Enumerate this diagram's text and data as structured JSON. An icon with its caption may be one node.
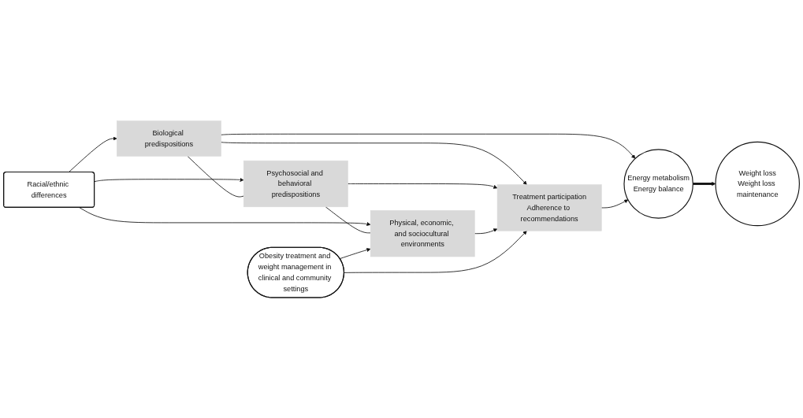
{
  "diagram": {
    "nodes": [
      {
        "text": [
          "Racial/ethnic differences"
        ]
      },
      {
        "text": [
          "Biological predispositions"
        ]
      },
      {
        "text": [
          "Psychosocial and behavioral predispositions"
        ]
      },
      {
        "text": [
          "Physical, economic, and sociocultural environments"
        ]
      },
      {
        "text": [
          "Energy metabolism",
          "Energy balance"
        ]
      },
      {
        "text": [
          "Weight loss",
          "Weight loss maintenance"
        ]
      },
      {
        "text": [
          "Treatment participation",
          "Adherence to recommendations"
        ]
      },
      {
        "text": [
          "Obesity treatment and weight management in clinical and community settings"
        ]
      }
    ],
    "edges": [
      {
        "from": 0,
        "to": 1,
        "arrow": "to"
      },
      {
        "from": 0,
        "to": 2,
        "arrow": "to"
      },
      {
        "from": 0,
        "to": 3,
        "arrow": "to"
      },
      {
        "from": 1,
        "to": 2,
        "arrow": "none"
      },
      {
        "from": 2,
        "to": 3,
        "arrow": "none"
      },
      {
        "from": 1,
        "to": 4,
        "arrow": "to"
      },
      {
        "from": 1,
        "to": 6,
        "arrow": "to"
      },
      {
        "from": 2,
        "to": 6,
        "arrow": "to"
      },
      {
        "from": 3,
        "to": 6,
        "arrow": "to"
      },
      {
        "from": 6,
        "to": 4,
        "arrow": "to"
      },
      {
        "from": 4,
        "to": 5,
        "arrow": "to",
        "style": "thick"
      },
      {
        "from": 7,
        "to": 3,
        "arrow": "to"
      },
      {
        "from": 7,
        "to": 6,
        "arrow": "to"
      }
    ]
  }
}
